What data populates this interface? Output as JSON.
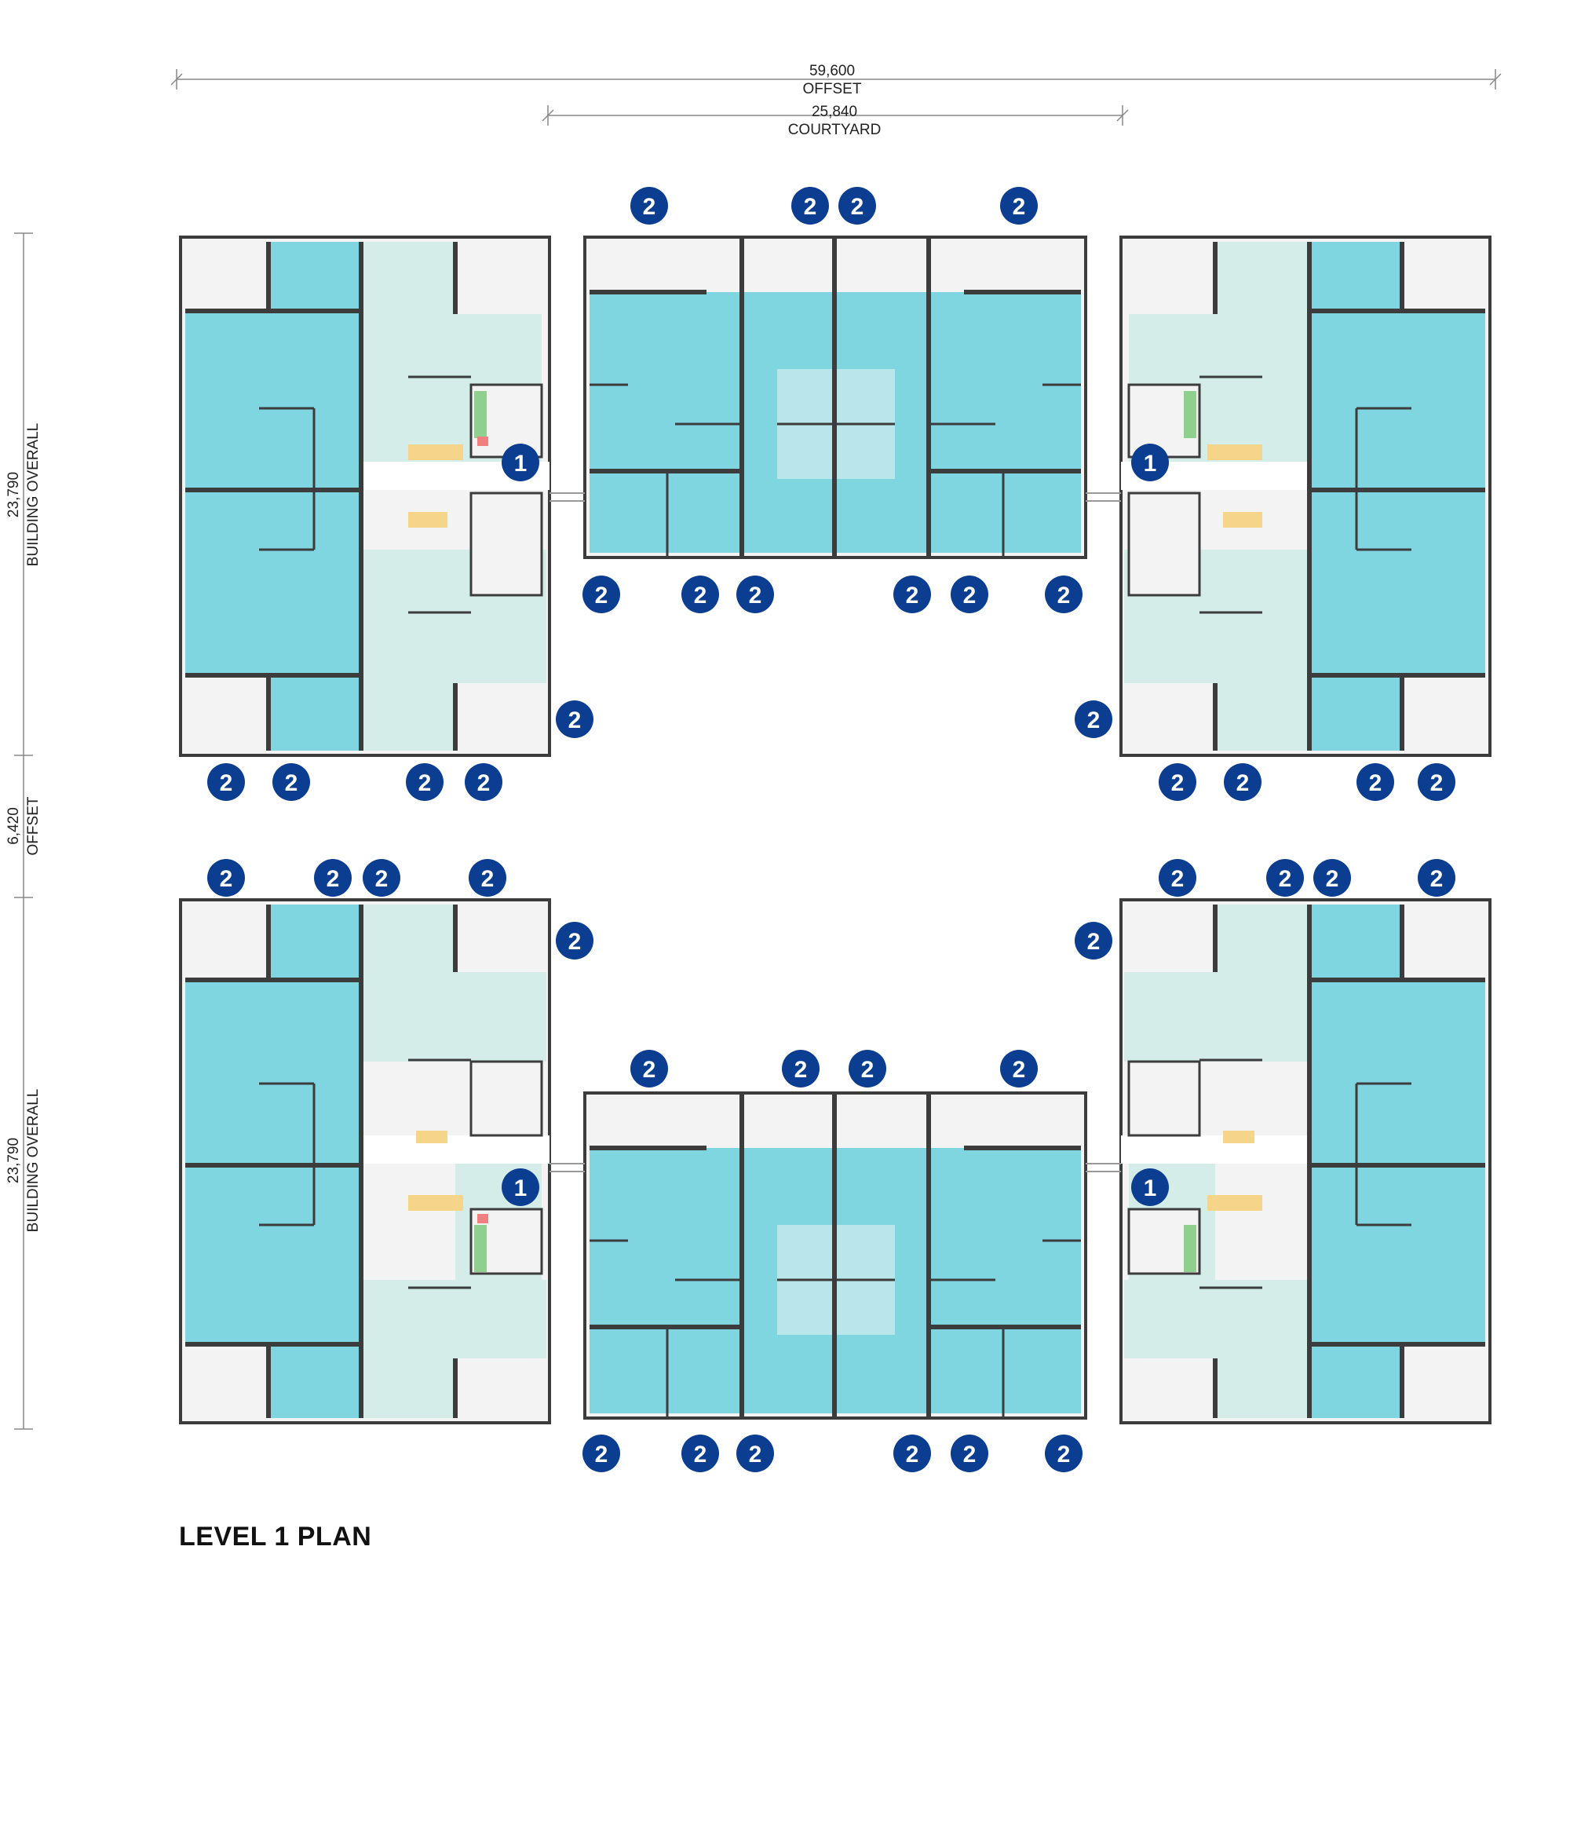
{
  "title": "LEVEL 1 PLAN",
  "dimensions": {
    "overall_width": {
      "value": "59,600",
      "label": "OFFSET"
    },
    "courtyard_width": {
      "value": "25,840",
      "label": "COURTYARD"
    },
    "upper_building_height": {
      "value": "23,790",
      "label": "BUILDING OVERALL"
    },
    "gap_offset": {
      "value": "6,420",
      "label": "OFFSET"
    },
    "lower_building_height": {
      "value": "23,790",
      "label": "BUILDING OVERALL"
    }
  },
  "legend_tags": {
    "entry": "1",
    "window": "2"
  },
  "colors": {
    "apartment_dark": "#7fd6e0",
    "apartment_light": "#d4ede9",
    "wall": "#3c3c3c",
    "balcony": "#f3f3f3",
    "tag": "#0b3d91",
    "dimension_line": "#888888"
  }
}
